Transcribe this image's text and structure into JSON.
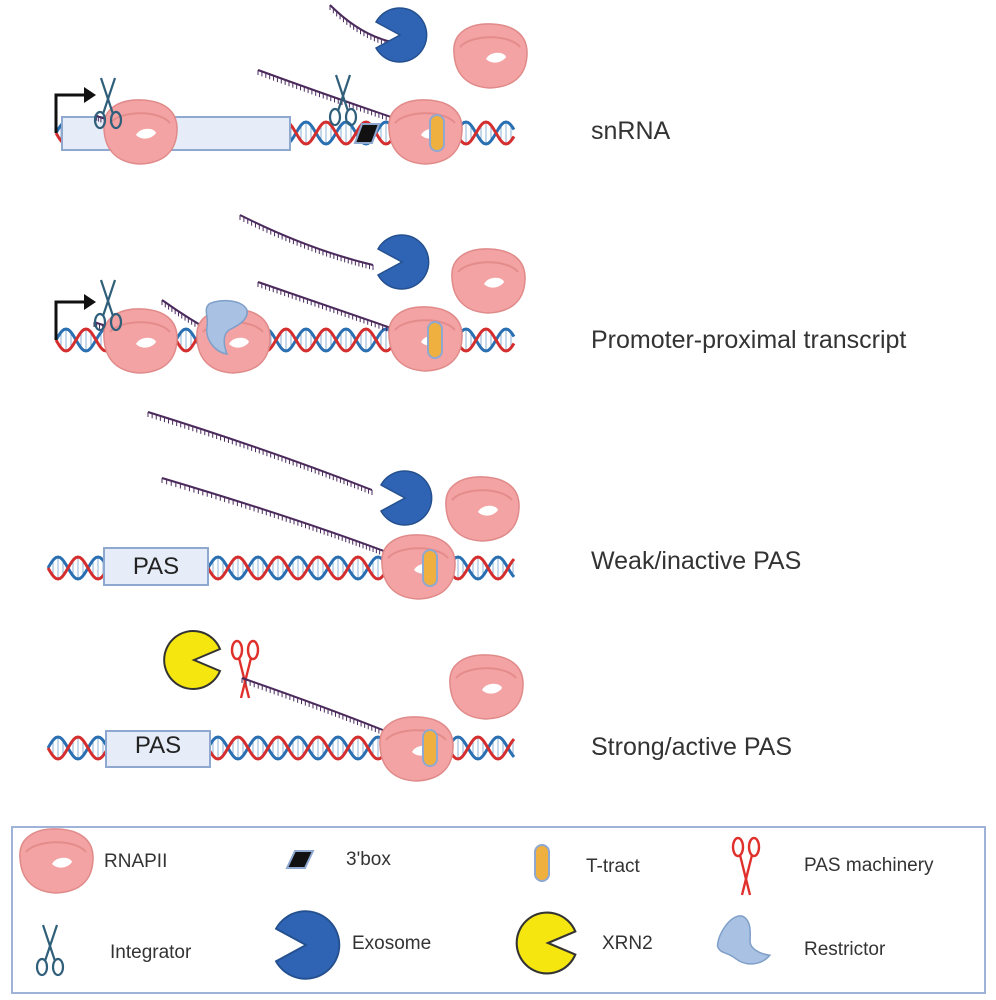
{
  "rows": [
    {
      "label": "snRNA"
    },
    {
      "label": "Promoter-proximal transcript"
    },
    {
      "label": "Weak/inactive PAS"
    },
    {
      "label": "Strong/active PAS"
    }
  ],
  "pas_box": {
    "label": "PAS"
  },
  "legend": {
    "rnapii": "RNAPII",
    "box3": "3'box",
    "ttract": "T-tract",
    "pas_machinery": "PAS machinery",
    "integrator": "Integrator",
    "exosome": "Exosome",
    "xrn2": "XRN2",
    "restrictor": "Restrictor"
  },
  "colors": {
    "rnapii": "#f3a3a3",
    "ttract": "#f0b040",
    "exosome": "#2f64b4",
    "xrn2": "#f5e60f",
    "restrictor": "#a9c2e3",
    "pas_machinery": "#e0302c",
    "integrator": "#2f5f7a",
    "dna_red": "#d42e2e",
    "dna_blue": "#2a6fb2",
    "rna": "#4b2a5c",
    "legend_border": "#9fb3d8"
  }
}
